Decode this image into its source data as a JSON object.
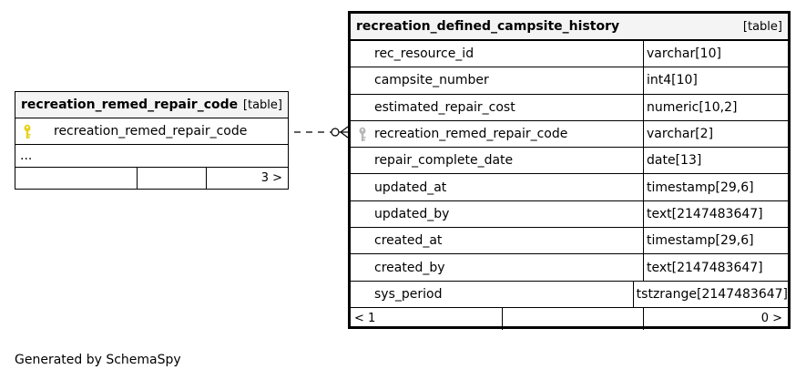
{
  "left_table": {
    "name": "recreation_remed_repair_code",
    "kind": "[table]",
    "columns": [
      {
        "name": "recreation_remed_repair_code",
        "key": "primary"
      }
    ],
    "ellipsis": "...",
    "footer": {
      "left": "",
      "middle": "",
      "right": "3 >"
    }
  },
  "right_table": {
    "name": "recreation_defined_campsite_history",
    "kind": "[table]",
    "columns": [
      {
        "name": "rec_resource_id",
        "type": "varchar[10]"
      },
      {
        "name": "campsite_number",
        "type": "int4[10]"
      },
      {
        "name": "estimated_repair_cost",
        "type": "numeric[10,2]"
      },
      {
        "name": "recreation_remed_repair_code",
        "type": "varchar[2]",
        "key": "foreign"
      },
      {
        "name": "repair_complete_date",
        "type": "date[13]"
      },
      {
        "name": "updated_at",
        "type": "timestamp[29,6]"
      },
      {
        "name": "updated_by",
        "type": "text[2147483647]"
      },
      {
        "name": "created_at",
        "type": "timestamp[29,6]"
      },
      {
        "name": "created_by",
        "type": "text[2147483647]"
      },
      {
        "name": "sys_period",
        "type": "tstzrange[2147483647]"
      }
    ],
    "footer": {
      "left": "< 1",
      "middle": "",
      "right": "0 >"
    }
  },
  "footer_text": "Generated by SchemaSpy",
  "colors": {
    "primary_key": "#e6d21c",
    "foreign_key": "#b8b8b8",
    "header_bg": "#f4f4f4"
  },
  "icons": {
    "primary_key": "key-icon",
    "foreign_key": "key-icon"
  }
}
